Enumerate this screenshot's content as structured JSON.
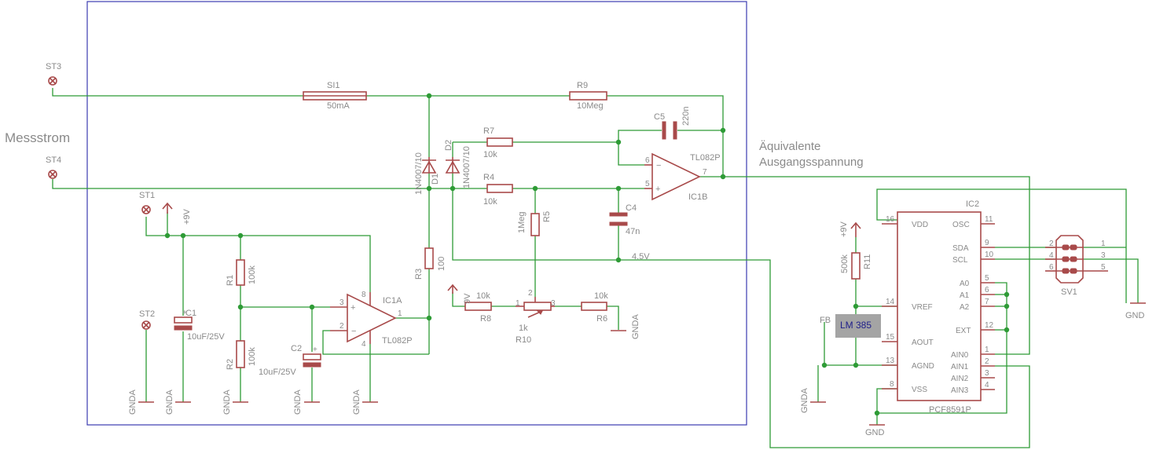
{
  "heading": {
    "messstrom": "Messstrom",
    "output_line1": "Äquivalente",
    "output_line2": "Ausgangsspannung"
  },
  "terminals": {
    "st1": "ST1",
    "st2": "ST2",
    "st3": "ST3",
    "st4": "ST4"
  },
  "fuse": {
    "name": "SI1",
    "value": "50mA"
  },
  "resistors": {
    "r1": {
      "name": "R1",
      "value": "100k"
    },
    "r2": {
      "name": "R2",
      "value": "100k"
    },
    "r3": {
      "name": "R3",
      "value": "100"
    },
    "r4": {
      "name": "R4",
      "value": "10k"
    },
    "r5": {
      "name": "R5",
      "value": "1Meg"
    },
    "r6": {
      "name": "R6",
      "value": "10k"
    },
    "r7": {
      "name": "R7",
      "value": "10k"
    },
    "r8": {
      "name": "R8",
      "value": "10k"
    },
    "r9": {
      "name": "R9",
      "value": "10Meg"
    },
    "r10": {
      "name": "R10",
      "value": "1k"
    },
    "r11": {
      "name": "R11",
      "value": "500k"
    }
  },
  "capacitors": {
    "c1": {
      "name": "C1",
      "value": "10uF/25V"
    },
    "c2": {
      "name": "C2",
      "value": "10uF/25V"
    },
    "c4": {
      "name": "C4",
      "value": "47n"
    },
    "c5": {
      "name": "C5",
      "value": "220n"
    }
  },
  "diodes": {
    "d1": {
      "name": "D1",
      "value": "1N4007/10"
    },
    "d2": {
      "name": "D2",
      "value": "1N4007/10"
    }
  },
  "opamps": {
    "ic1a": {
      "name": "IC1A",
      "value": "TL082P"
    },
    "ic1b": {
      "name": "IC1B",
      "value": "TL082P"
    }
  },
  "supply": {
    "plus9v": "+9V",
    "nine_v": "9V",
    "gnda": "GNDA",
    "gnd": "GND",
    "half": "4.5V"
  },
  "pin_numbers": {
    "p1": "1",
    "p2": "2",
    "p3": "3",
    "p4": "4",
    "p5": "5",
    "p6": "6",
    "p7": "7",
    "p8": "8",
    "p9": "9",
    "p10": "10",
    "p11": "11",
    "p12": "12",
    "p13": "13",
    "p14": "14",
    "p15": "15",
    "p16": "16"
  },
  "ic2": {
    "name": "IC2",
    "part": "PCF8591P",
    "pins": {
      "vdd": "VDD",
      "osc": "OSC",
      "sda": "SDA",
      "scl": "SCL",
      "a0": "A0",
      "a1": "A1",
      "a2": "A2",
      "vref": "VREF",
      "ext": "EXT",
      "aout": "AOUT",
      "agnd": "AGND",
      "ain0": "AIN0",
      "ain1": "AIN1",
      "ain2": "AIN2",
      "ain3": "AIN3",
      "vss": "VSS"
    }
  },
  "lm385": {
    "ref": "FB",
    "label": "LM 385"
  },
  "connector": {
    "name": "SV1"
  }
}
